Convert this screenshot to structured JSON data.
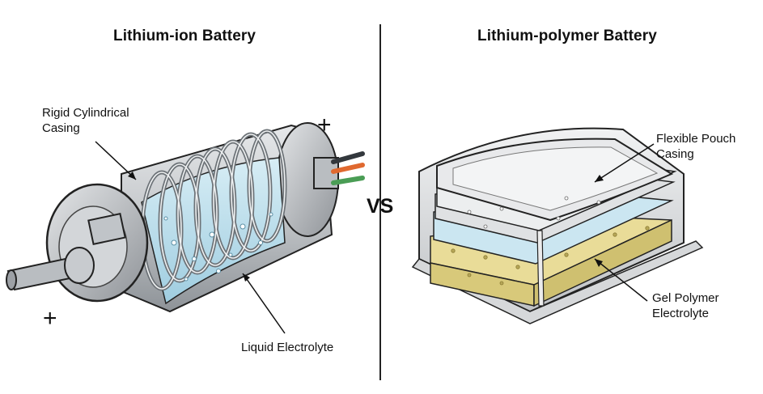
{
  "left": {
    "title": "Lithium-ion Battery",
    "callouts": {
      "casing_line1": "Rigid Cylindrical",
      "casing_line2": "Casing",
      "electrolyte": "Liquid Electrolyte"
    },
    "terminals": {
      "top": "+",
      "bottom": "+"
    }
  },
  "divider_label": "VS",
  "right": {
    "title": "Lithium-polymer Battery",
    "callouts": {
      "pouch_line1": "Flexible Pouch",
      "pouch_line2": "Casing",
      "gel_line1": "Gel Polymer",
      "gel_line2": "Electrolyte"
    }
  },
  "colors": {
    "casing_grey": "#c9ccd0",
    "electrolyte_blue": "#bfe0ee",
    "gel_yellow": "#e9dc98",
    "wire_red": "#e0692f",
    "wire_green": "#4a9d55",
    "wire_dark": "#33383d"
  }
}
